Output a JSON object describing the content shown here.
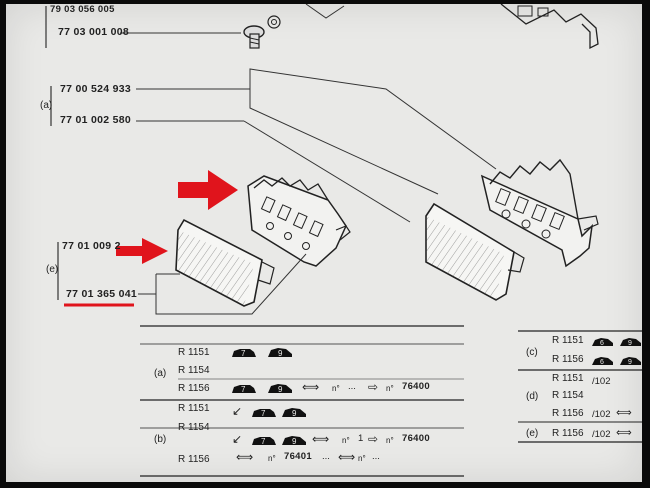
{
  "parts": {
    "top_cut": "79 03 056 005",
    "top_second": "77 03 001 008",
    "group_a_label": "(a)",
    "group_a_1": "77 00 524 933",
    "group_a_2": "77 01 002 580",
    "group_e_label": "(e)",
    "group_e_1": "77 01 009 2",
    "group_e_2": "77 01 365 041"
  },
  "colors": {
    "highlight": "#e0141c",
    "ink": "#222222",
    "paper": "#e9e9e7"
  },
  "icons": [
    "arrow-right-icon",
    "car-2door-icon",
    "car-4door-icon",
    "double-arrow-icon",
    "hollow-arrow-icon",
    "corner-arrow-icon"
  ],
  "table_left": {
    "group_a": {
      "label": "(a)",
      "rows": [
        "R 1151",
        "R 1154",
        "R 1156"
      ],
      "n_prefix": "n°",
      "dots": "...",
      "n_to": "n°",
      "serial": "76400"
    },
    "group_b": {
      "label": "(b)",
      "rows": [
        "R 1151",
        "R 1154",
        "R 1156"
      ],
      "n_prefix": "n°",
      "one": "1",
      "n_to": "n°",
      "serial": "76400",
      "n_from": "n°",
      "serial_from": "76401",
      "dots": "...",
      "n_more": "n°",
      "dots_more": "..."
    }
  },
  "table_right": {
    "group_c": {
      "label": "(c)",
      "rows": [
        "R 1151",
        "R 1156"
      ]
    },
    "group_d": {
      "label": "(d)",
      "rows": [
        "R 1151",
        "R 1154",
        "R 1156"
      ],
      "suffix": "/102"
    },
    "group_e": {
      "label": "(e)",
      "rows": [
        "R 1156"
      ],
      "suffix": "/102"
    }
  }
}
